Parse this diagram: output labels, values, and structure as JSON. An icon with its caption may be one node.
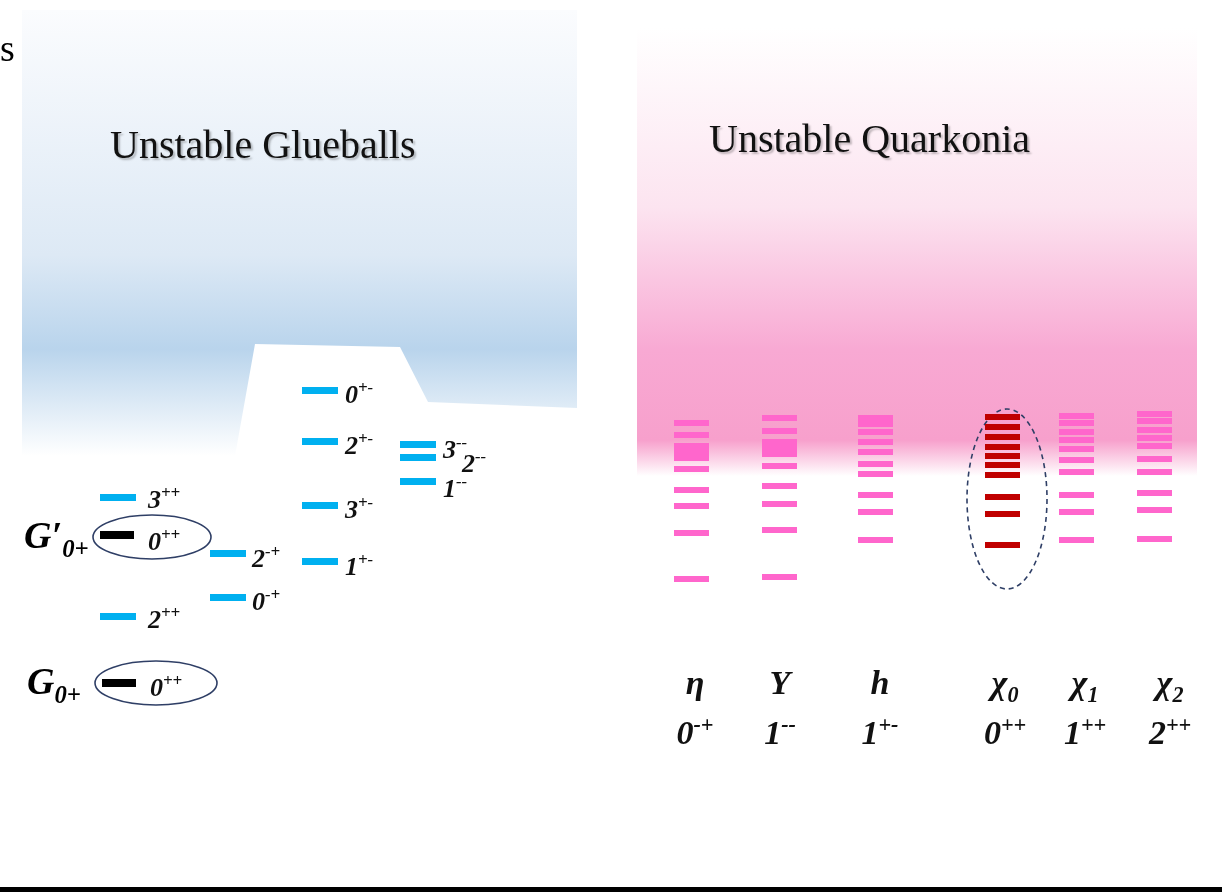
{
  "diagram": {
    "nodes": [
      {
        "text": [
          "Unstable Glueballs"
        ]
      },
      {
        "text": [
          "Unstable Quarkonia"
        ]
      },
      {
        "text": [
          "0$^{++}$"
        ],
        "beside": [
          "G′$_{0+}$"
        ]
      },
      {
        "text": [
          "0$^{++}$"
        ],
        "beside": [
          "G$_{0+}$"
        ]
      },
      {
        "text": [],
        "shape": "ellipse"
      }
    ],
    "labels": [
      "s",
      "0$^{+-}$",
      "2$^{+-}$",
      "3$^{--}$",
      "2$^{--}$",
      "1$^{--}$",
      "3$^{++}$",
      "3$^{+-}$",
      "2$^{-+}$",
      "1$^{+-}$",
      "0$^{-+}$",
      "2$^{++}$",
      "η",
      "Υ",
      "h",
      "χ$_{0}$",
      "χ$_{1}$",
      "χ$_{2}$",
      "0$^{-+}$",
      "1$^{--}$",
      "1$^{+-}$",
      "0$^{++}$",
      "1$^{++}$",
      "2$^{++}$"
    ]
  }
}
